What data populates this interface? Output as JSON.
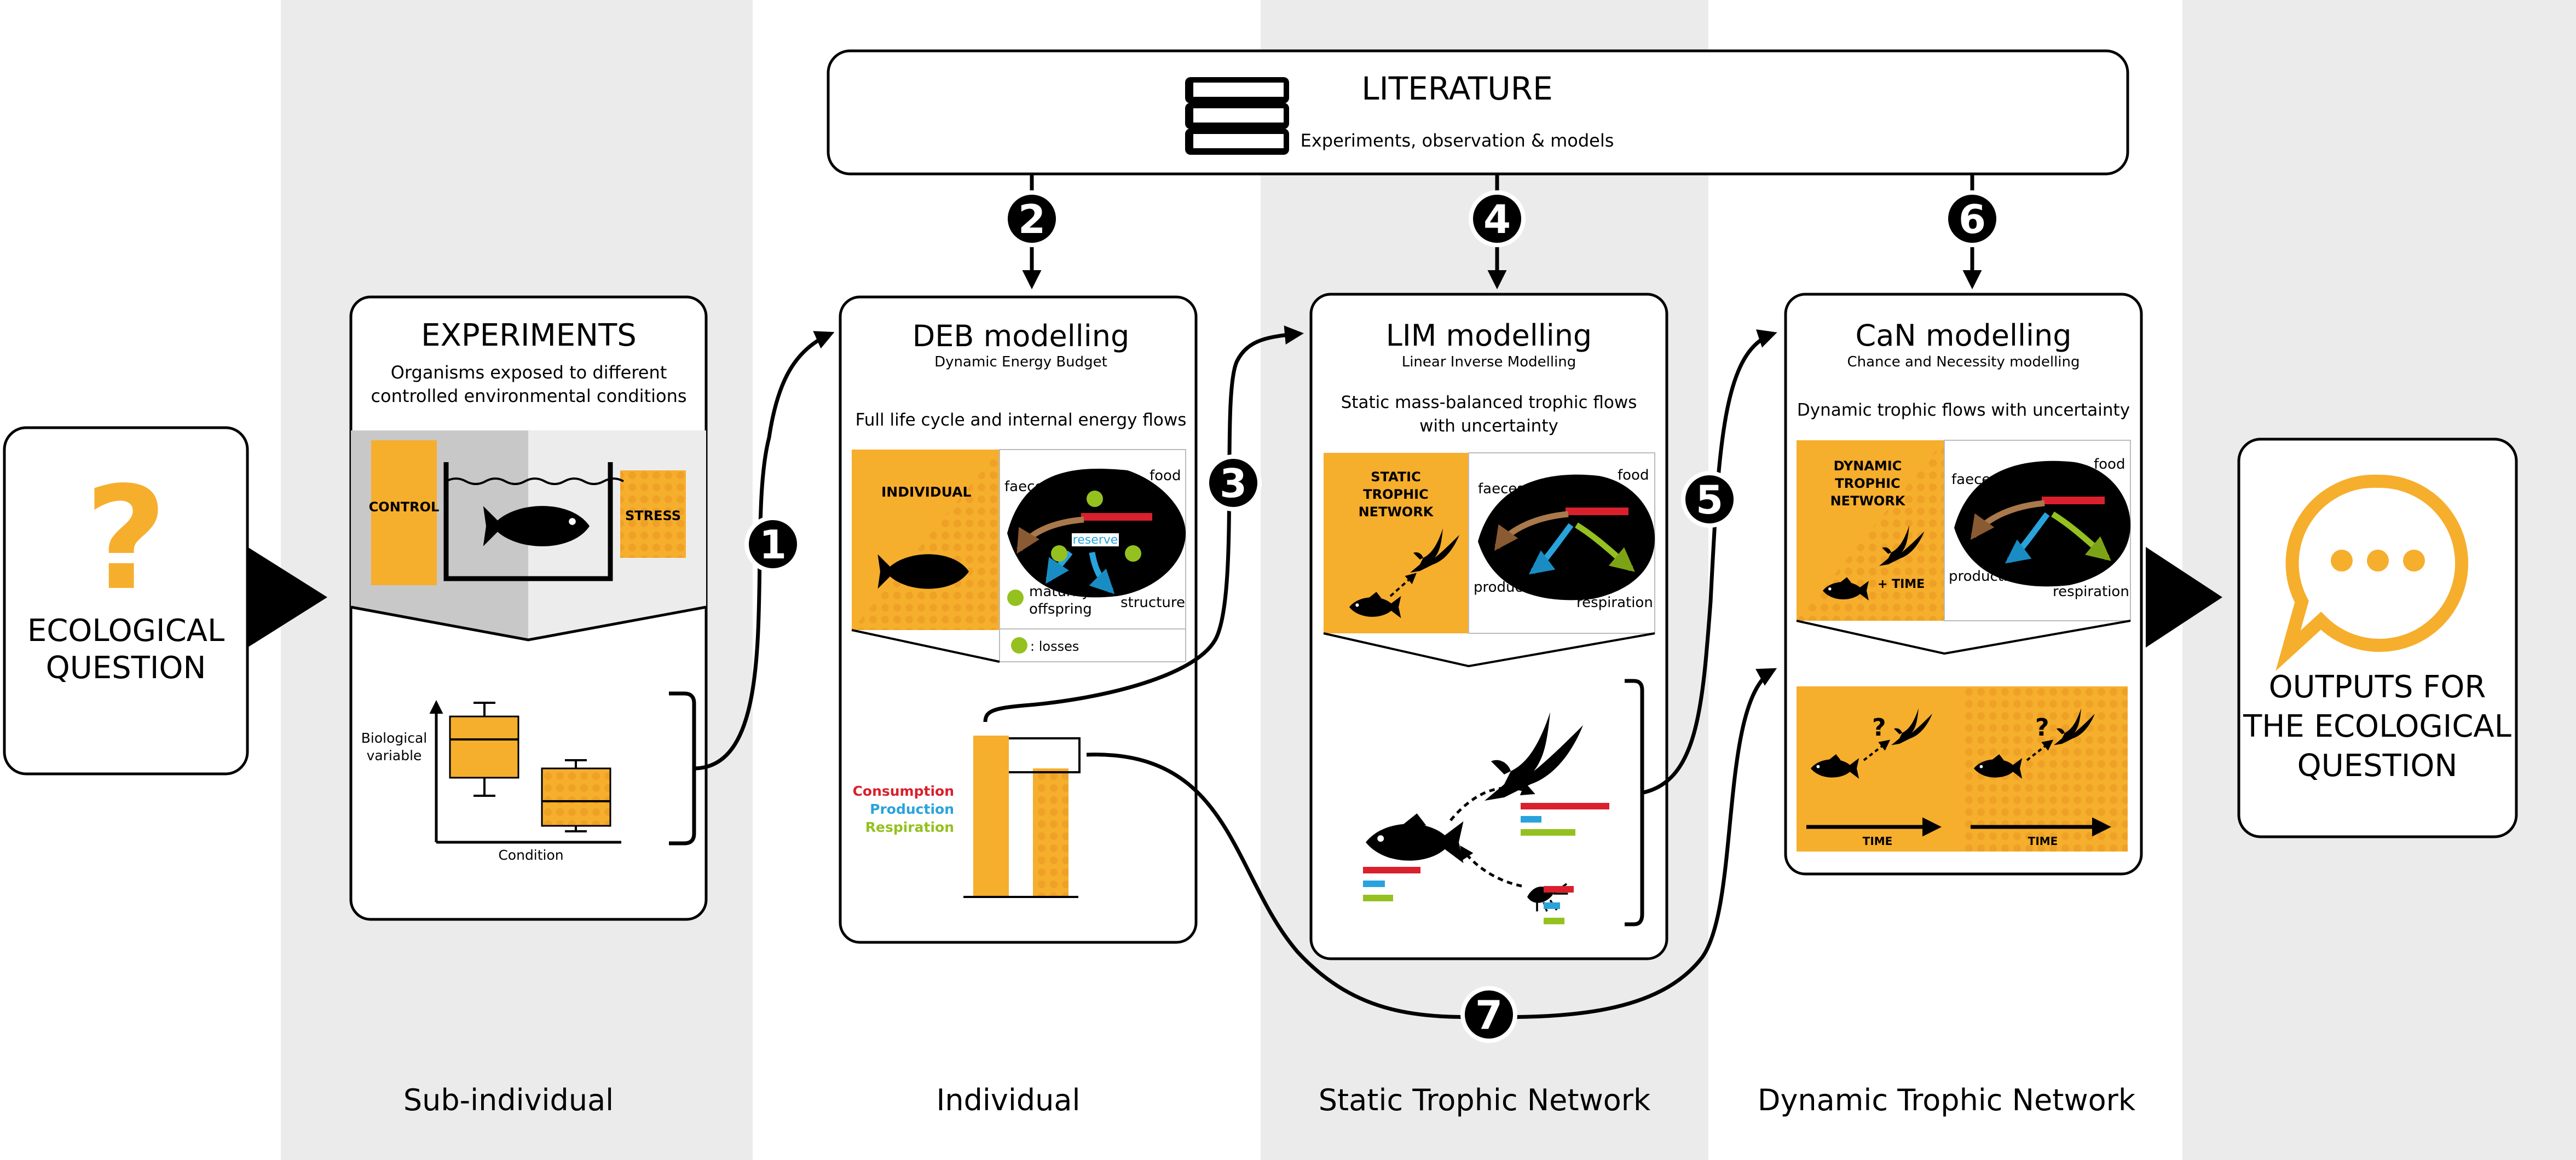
{
  "question_box": {
    "mark": "?",
    "line1": "ECOLOGICAL",
    "line2": "QUESTION"
  },
  "output_box": {
    "line1": "OUTPUTS FOR",
    "line2": "THE ECOLOGICAL",
    "line3": "QUESTION"
  },
  "literature": {
    "title": "LITERATURE",
    "subtitle": "Experiments, observation & models"
  },
  "experiments": {
    "title": "EXPERIMENTS",
    "desc1": "Organisms exposed to different",
    "desc2": "controlled environmental conditions",
    "control_label": "CONTROL",
    "stress_label": "STRESS",
    "ylabel1": "Biological",
    "ylabel2": "variable",
    "xlabel": "Condition"
  },
  "deb": {
    "title": "DEB modelling",
    "subtitle": "Dynamic Energy Budget",
    "desc": "Full life cycle and internal energy flows",
    "individual_label": "INDIVIDUAL",
    "faeces": "faeces",
    "food": "food",
    "reserve": "reserve",
    "maturity": "maturity",
    "offspring": "offspring",
    "structure": "structure",
    "losses": ": losses",
    "consumption": "Consumption",
    "production": "Production",
    "respiration": "Respiration"
  },
  "lim": {
    "title": "LIM modelling",
    "subtitle": "Linear Inverse Modelling",
    "desc1": "Static mass-balanced trophic flows",
    "desc2": "with uncertainty",
    "network1": "STATIC",
    "network2": "TROPHIC",
    "network3": "NETWORK",
    "faeces": "faeces",
    "food": "food",
    "production": "production",
    "respiration": "respiration"
  },
  "can": {
    "title": "CaN modelling",
    "subtitle": "Chance and Necessity modelling",
    "desc": "Dynamic trophic flows with uncertainty",
    "network1": "DYNAMIC",
    "network2": "TROPHIC",
    "network3": "NETWORK",
    "time_tag": "+ TIME",
    "faeces": "faeces",
    "food": "food",
    "production": "production",
    "respiration": "respiration",
    "time_left": "TIME",
    "time_right": "TIME",
    "q": "?"
  },
  "steps": [
    "1",
    "2",
    "3",
    "4",
    "5",
    "6",
    "7"
  ],
  "columns": [
    "Sub-individual",
    "Individual",
    "Static Trophic Network",
    "Dynamic Trophic Network"
  ],
  "colors": {
    "orange": "#f6ae2d",
    "orange_dark": "#e8951a",
    "band": "#ebebeb",
    "red": "#d9202c",
    "blue": "#29a3dc",
    "green": "#94c11f",
    "brown": "#a9794c"
  }
}
